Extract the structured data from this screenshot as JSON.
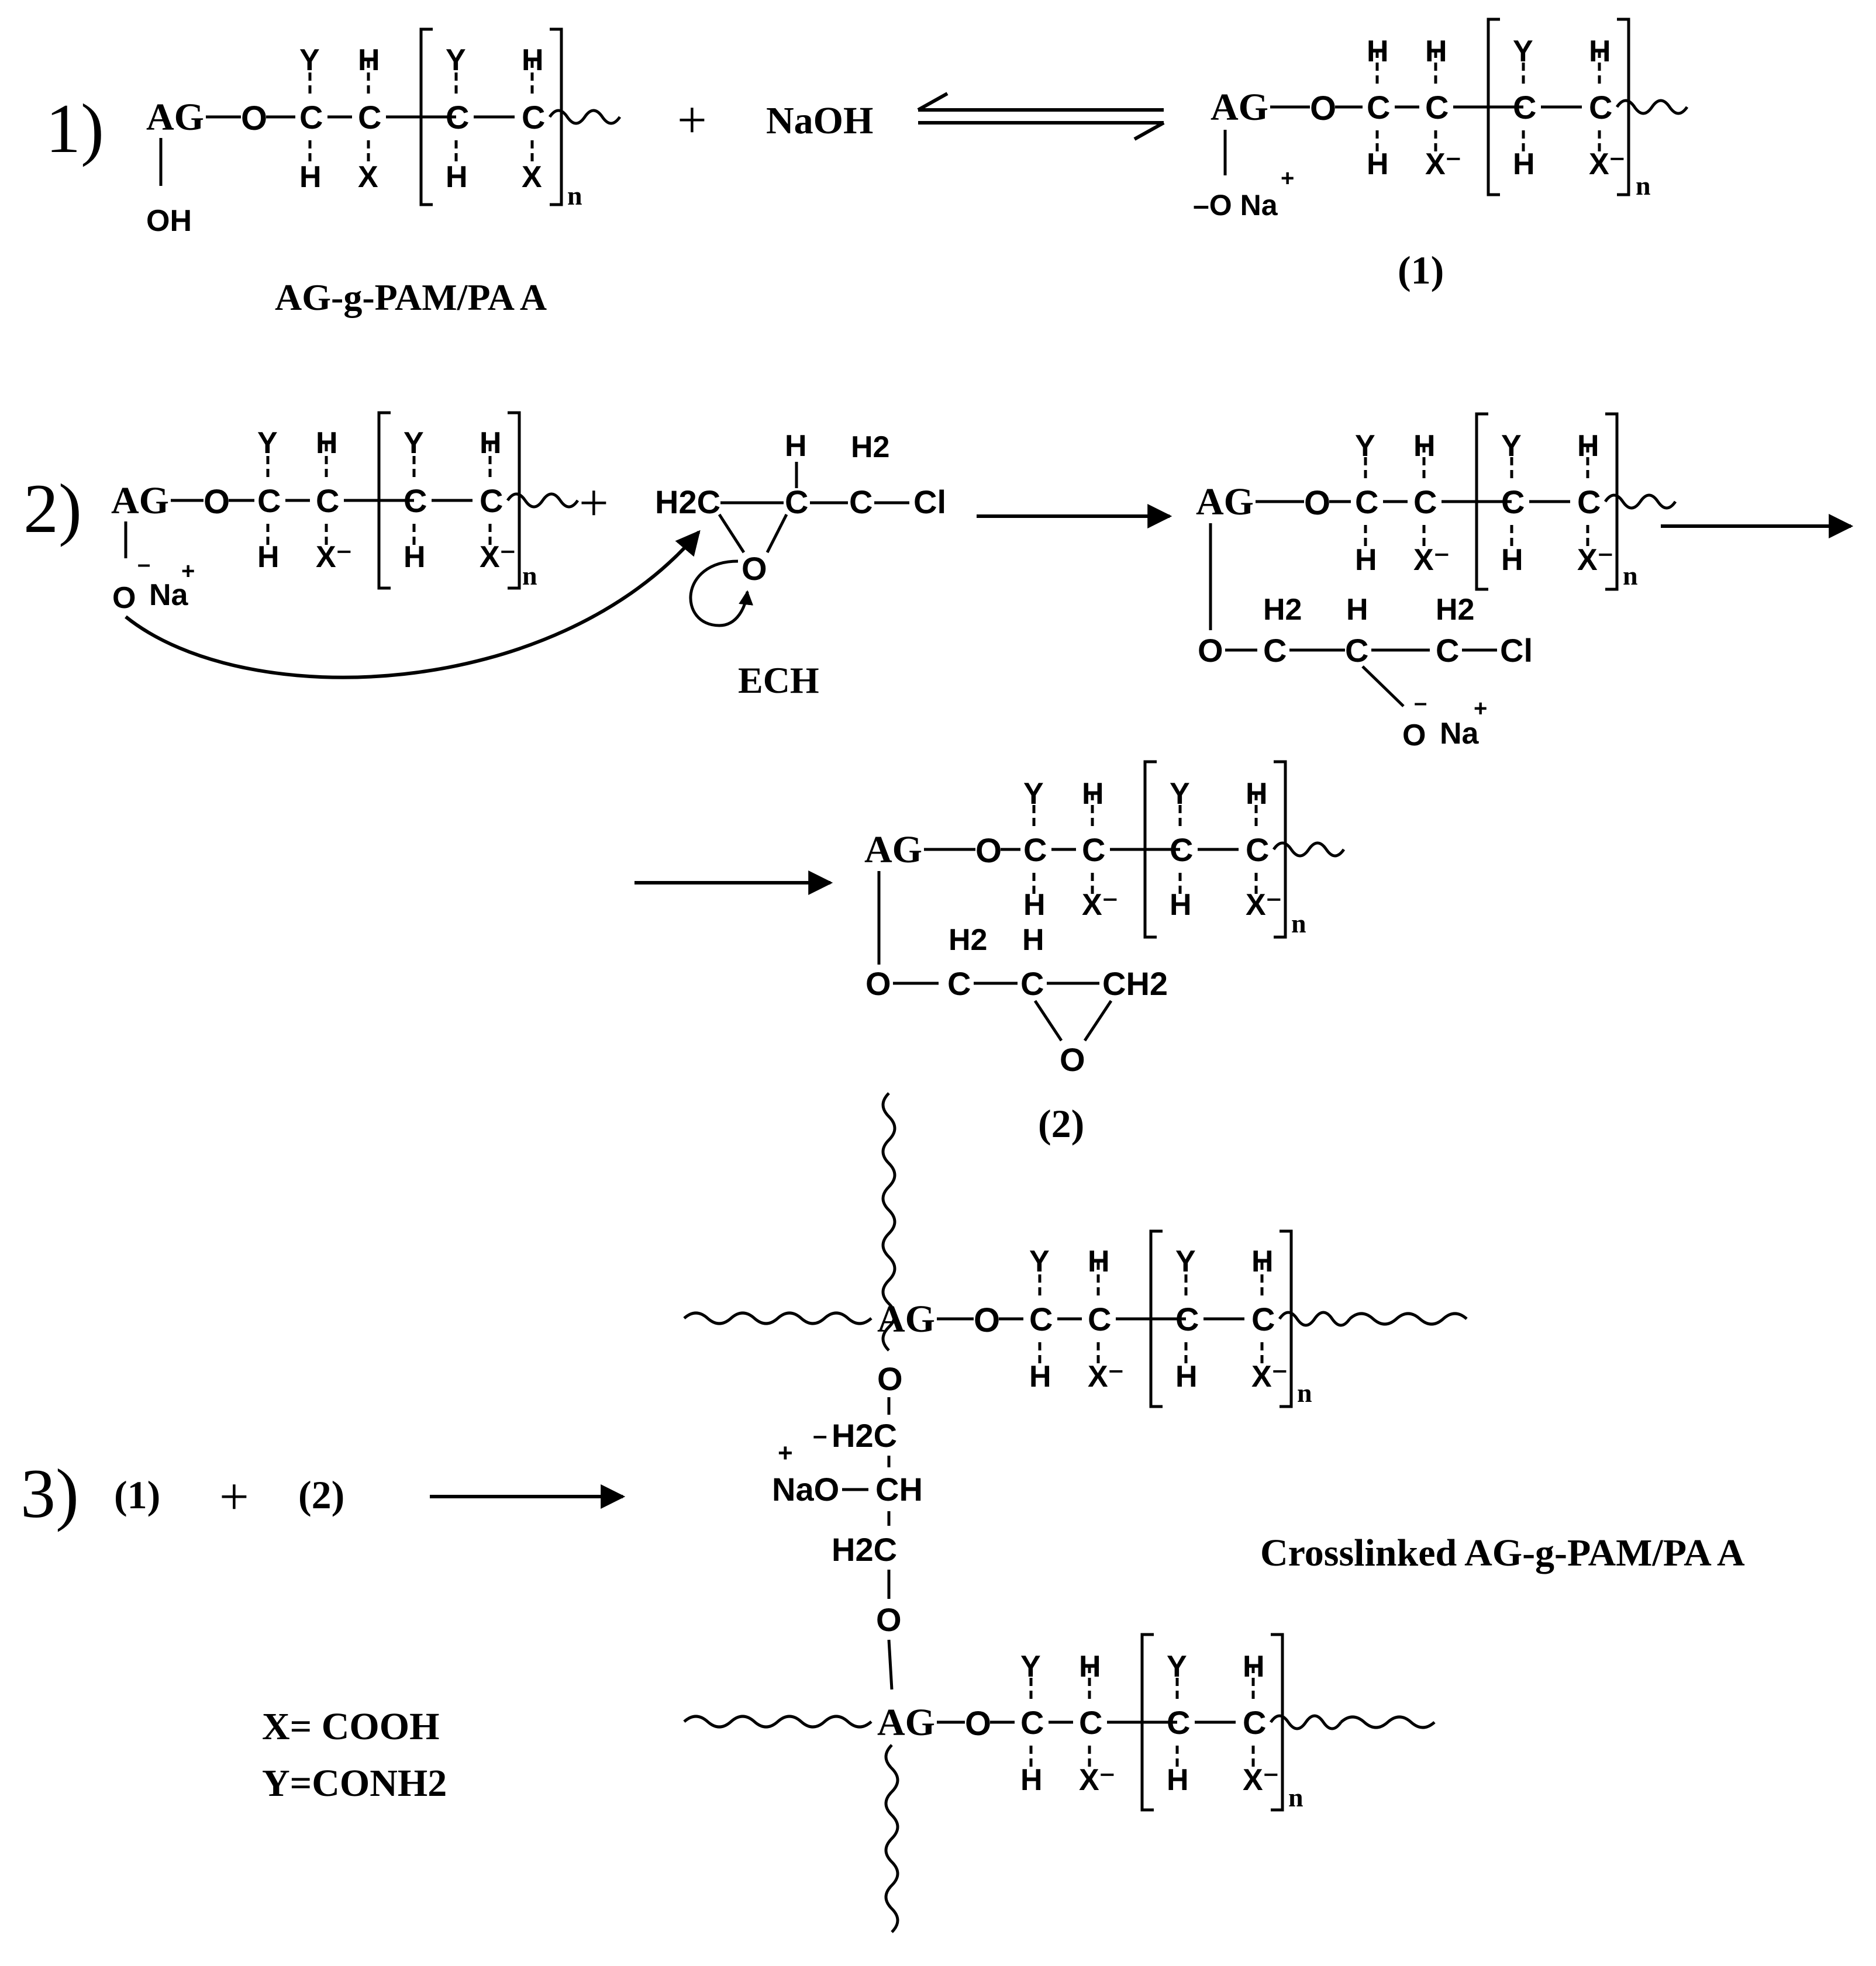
{
  "steps": {
    "s1": "1)",
    "s2": "2)",
    "s3": "3)"
  },
  "symbols": {
    "ag": "AG",
    "o": "O",
    "c": "C",
    "h": "H",
    "x": "X",
    "y": "Y",
    "n": "n",
    "x_minus": "X⁻",
    "oh": "OH",
    "o_na": "–O Na",
    "na": "Na",
    "plus_sign": "+",
    "minus_sign": "–",
    "naoh": "NaOH",
    "cl": "Cl",
    "h2": "H2",
    "h2c": "H2C",
    "ch2": "CH2",
    "ch": "CH",
    "nao": "NaO"
  },
  "labels": {
    "reactant1": "AG-g-PAM/PA A",
    "product1": "(1)",
    "ech": "ECH",
    "product2": "(2)",
    "step3_a": "(1)",
    "step3_b": "(2)",
    "crosslinked": "Crosslinked AG-g-PAM/PA A",
    "legend_x": "X= COOH",
    "legend_y": "Y=CONH2"
  }
}
